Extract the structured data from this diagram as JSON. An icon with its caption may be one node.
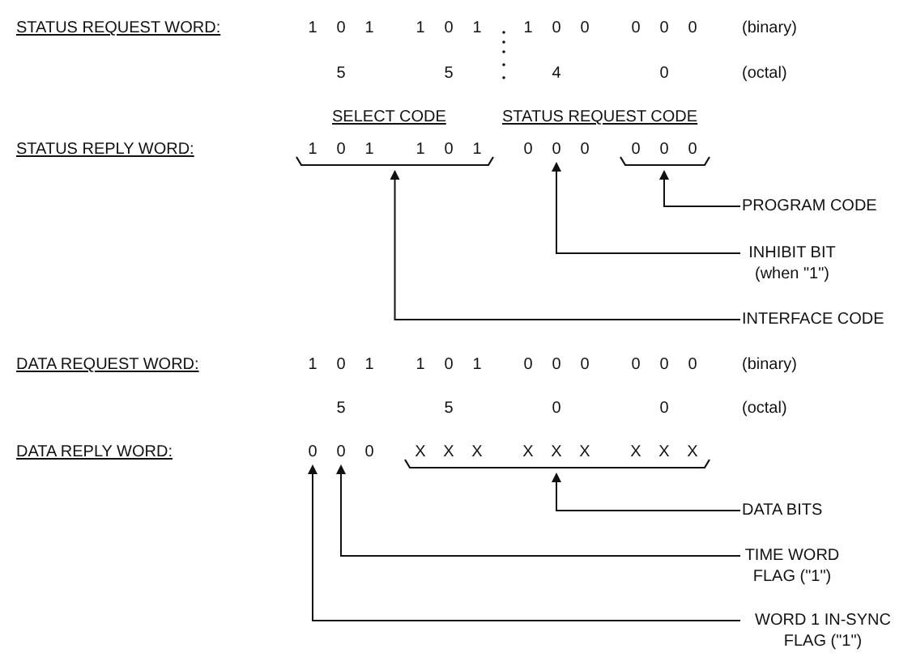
{
  "diagram": {
    "nodes": [
      {
        "text": [
          "1 0 1 1 0 1"
        ]
      },
      {
        "text": [
          "0"
        ]
      },
      {
        "text": [
          "0 0 0"
        ]
      },
      {
        "text": [
          "PROGRAM CODE"
        ]
      },
      {
        "text": [
          "INHIBIT BIT (when \"1\")"
        ]
      },
      {
        "text": [
          "INTERFACE CODE"
        ]
      },
      {
        "text": [
          "0"
        ]
      },
      {
        "text": [
          "0"
        ]
      },
      {
        "text": [
          "X X X X X X X X X"
        ]
      },
      {
        "text": [
          "DATA BITS"
        ]
      },
      {
        "text": [
          "TIME WORD FLAG (\"1\")"
        ]
      },
      {
        "text": [
          "WORD 1 IN-SYNC FLAG (\"1\")"
        ]
      }
    ],
    "edges": [
      {
        "from": 3,
        "to": 2,
        "arrow": "to"
      },
      {
        "from": 4,
        "to": 1,
        "arrow": "to"
      },
      {
        "from": 5,
        "to": 0,
        "arrow": "to"
      },
      {
        "from": 9,
        "to": 8,
        "arrow": "to"
      },
      {
        "from": 10,
        "to": 7,
        "arrow": "to"
      },
      {
        "from": 11,
        "to": 6,
        "arrow": "to"
      }
    ],
    "labels": [
      "STATUS REQUEST WORD:",
      "1 0 1",
      "1 0 1",
      "1 0 0",
      "0 0 0",
      "(binary)",
      "5",
      "5",
      "4",
      "0",
      "(octal)",
      "SELECT CODE",
      "STATUS REQUEST CODE",
      "STATUS REPLY WORD:",
      "0",
      "0",
      "DATA REQUEST WORD:",
      "1 0 1",
      "1 0 1",
      "0 0 0",
      "0 0 0",
      "(binary)",
      "5",
      "5",
      "0",
      "0",
      "(octal)",
      "DATA REPLY WORD:",
      "0"
    ]
  }
}
